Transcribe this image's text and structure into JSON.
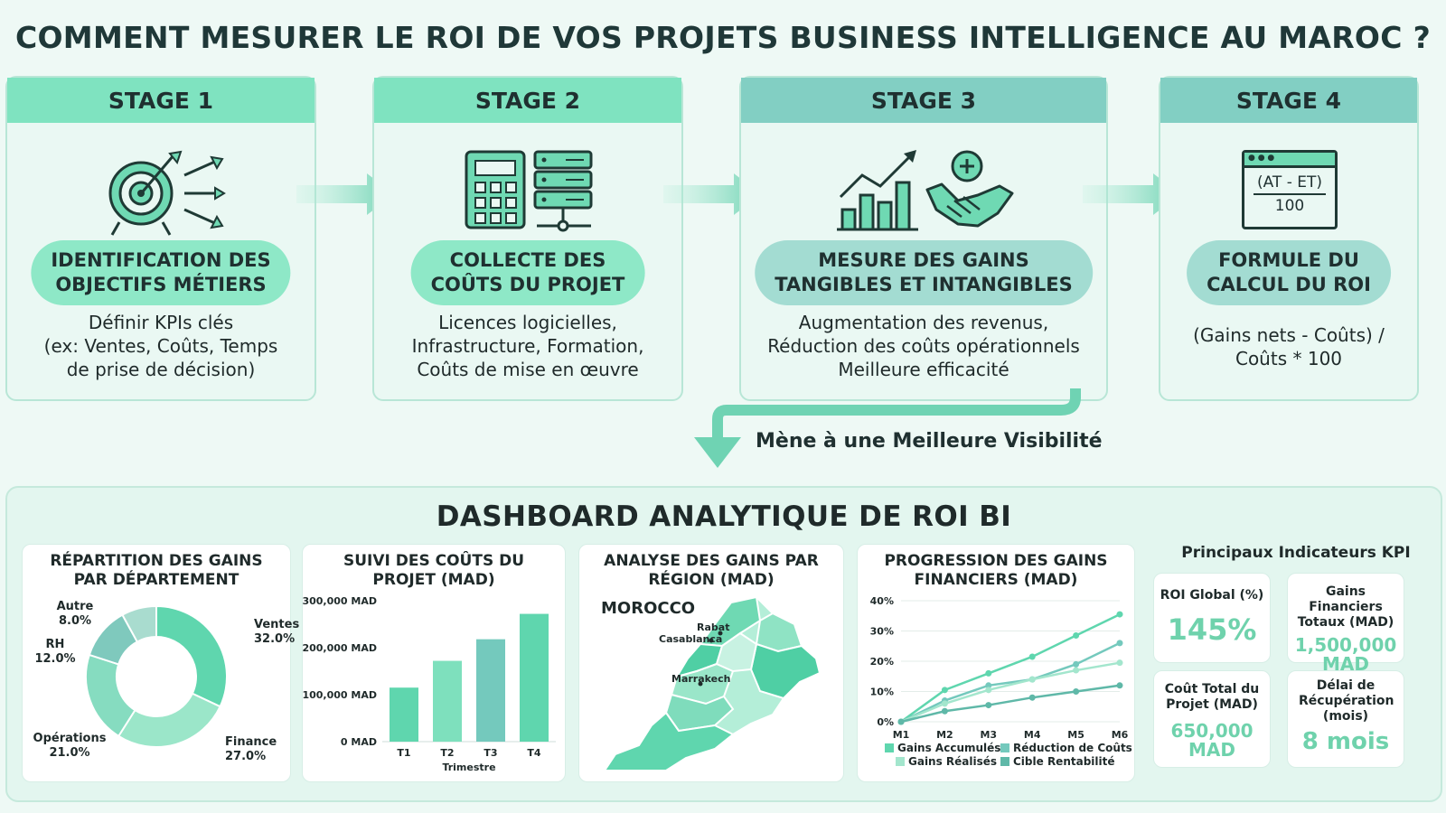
{
  "title": "COMMENT MESURER LE ROI DE VOS PROJETS BUSINESS INTELLIGENCE AU MAROC ?",
  "stages": [
    {
      "label": "STAGE 1",
      "pill1": "IDENTIFICATION DES",
      "pill2": "OBJECTIFS MÉTIERS",
      "desc": [
        "Définir KPIs clés",
        "(ex: Ventes, Coûts, Temps",
        "de prise de décision)"
      ],
      "icon": "target-icon"
    },
    {
      "label": "STAGE 2",
      "pill1": "COLLECTE DES",
      "pill2": "COÛTS DU PROJET",
      "desc": [
        "Licences logicielles,",
        "Infrastructure, Formation,",
        "Coûts de mise en œuvre"
      ],
      "icon": "calculator-server-icon"
    },
    {
      "label": "STAGE 3",
      "pill1": "MESURE DES GAINS",
      "pill2": "TANGIBLES ET INTANGIBLES",
      "desc": [
        "Augmentation des revenus,",
        "Réduction des coûts opérationnels",
        "Meilleure efficacité"
      ],
      "icon": "growth-handshake-icon"
    },
    {
      "label": "STAGE 4",
      "pill1": "FORMULE DU",
      "pill2": "CALCUL DU ROI",
      "desc": [
        "(Gains nets - Coûts) /",
        "Coûts * 100"
      ],
      "icon": "formula-window-icon",
      "formula_top": "(AT - ET)",
      "formula_bottom": "100"
    }
  ],
  "visibility_text": "Mène à une Meilleure Visibilité",
  "dashboard": {
    "title": "DASHBOARD ANALYTIQUE DE ROI BI",
    "donut_title1": "RÉPARTITION DES GAINS",
    "donut_title2": "PAR DÉPARTEMENT",
    "bar_title1": "SUIVI DES COÛTS DU",
    "bar_title2": "PROJET (MAD)",
    "map_title1": "ANALYSE DES GAINS PAR",
    "map_title2": "RÉGION (MAD)",
    "map_country": "MOROCCO",
    "map_cities": [
      "Rabat",
      "Casablanca",
      "Marrakech"
    ],
    "line_title1": "PROGRESSION DES GAINS",
    "line_title2": "FINANCIERS (MAD)",
    "kpi_header": "Principaux Indicateurs KPI",
    "kpis": [
      {
        "label1": "ROI Global (%)",
        "label2": "",
        "value1": "145%",
        "value2": ""
      },
      {
        "label1": "Gains Financiers",
        "label2": "Totaux (MAD)",
        "value1": "1,500,000",
        "value2": "MAD"
      },
      {
        "label1": "Coût Total du",
        "label2": "Projet (MAD)",
        "value1": "650,000",
        "value2": "MAD"
      },
      {
        "label1": "Délai de",
        "label2": "Récupération (mois)",
        "value1": "8 mois",
        "value2": ""
      }
    ]
  },
  "chart_data": [
    {
      "type": "pie",
      "categories": [
        "Ventes",
        "Finance",
        "Opérations",
        "RH",
        "Autre"
      ],
      "values": [
        32.0,
        27.0,
        21.0,
        12.0,
        8.0
      ],
      "value_labels": [
        "32.0%",
        "27.0%",
        "21.0%",
        "12.0%",
        "8.0%"
      ],
      "colors": [
        "#5fd6ae",
        "#9be6c9",
        "#86dcc0",
        "#7fc9bd",
        "#a9dccf"
      ]
    },
    {
      "type": "bar",
      "categories": [
        "T1",
        "T2",
        "T3",
        "T4"
      ],
      "values": [
        115000,
        172000,
        218000,
        272000
      ],
      "xlabel": "Trimestre",
      "ylim": [
        0,
        300000
      ],
      "yticks": [
        0,
        100000,
        200000,
        300000
      ],
      "ytick_labels": [
        "0 MAD",
        "100,000 MAD",
        "200,000 MAD",
        "300,000 MAD"
      ],
      "colors": [
        "#5fd6ae",
        "#7ee0bd",
        "#74c9bd",
        "#5fd6ae"
      ]
    },
    {
      "type": "line",
      "categories": [
        "M1",
        "M2",
        "M3",
        "M4",
        "M5",
        "M6"
      ],
      "ylim": [
        0,
        40
      ],
      "yticks": [
        0,
        10,
        20,
        30,
        40
      ],
      "ytick_labels": [
        "0%",
        "10%",
        "20%",
        "30%",
        "40%"
      ],
      "series": [
        {
          "name": "Gains Accumulés",
          "values": [
            0,
            10.5,
            16,
            21.5,
            28.5,
            35.5
          ],
          "color": "#5fd6ae"
        },
        {
          "name": "Réduction de Coûts",
          "values": [
            0,
            7,
            12,
            14,
            19,
            26
          ],
          "color": "#74c9bd"
        },
        {
          "name": "Gains Réalisés",
          "values": [
            0,
            6,
            10.5,
            14,
            17,
            19.5
          ],
          "color": "#a3e6cd"
        },
        {
          "name": "Cible Rentabilité",
          "values": [
            0,
            3.5,
            5.5,
            8,
            10,
            12
          ],
          "color": "#5fb8a8"
        }
      ]
    }
  ]
}
